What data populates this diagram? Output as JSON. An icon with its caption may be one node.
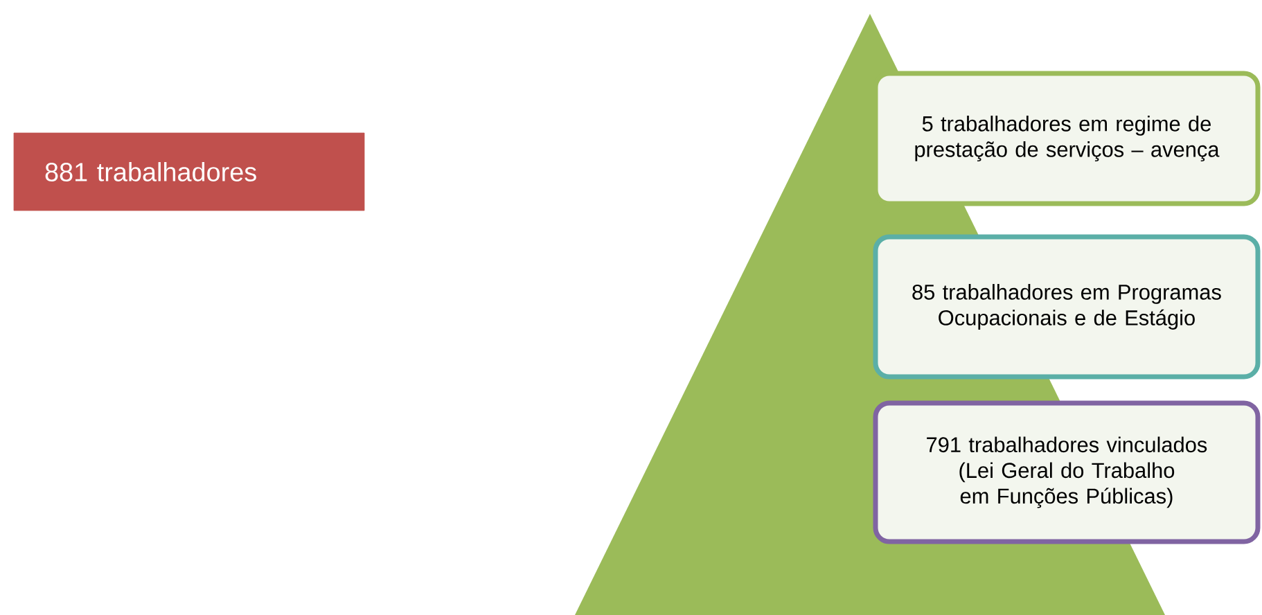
{
  "diagram": {
    "nodes": [
      {
        "text": [
          "881 trabalhadores"
        ]
      },
      {
        "text": [],
        "shape": "triangle"
      },
      {
        "text": [
          "5 trabalhadores em regime de prestação de serviços – avença"
        ]
      },
      {
        "text": [
          "85 trabalhadores em Programas Ocupacionais e de Estágio"
        ]
      },
      {
        "text": [
          "791 trabalhadores vinculados (Lei Geral do Trabalho em Funções Públicas)"
        ]
      }
    ],
    "edges": []
  }
}
